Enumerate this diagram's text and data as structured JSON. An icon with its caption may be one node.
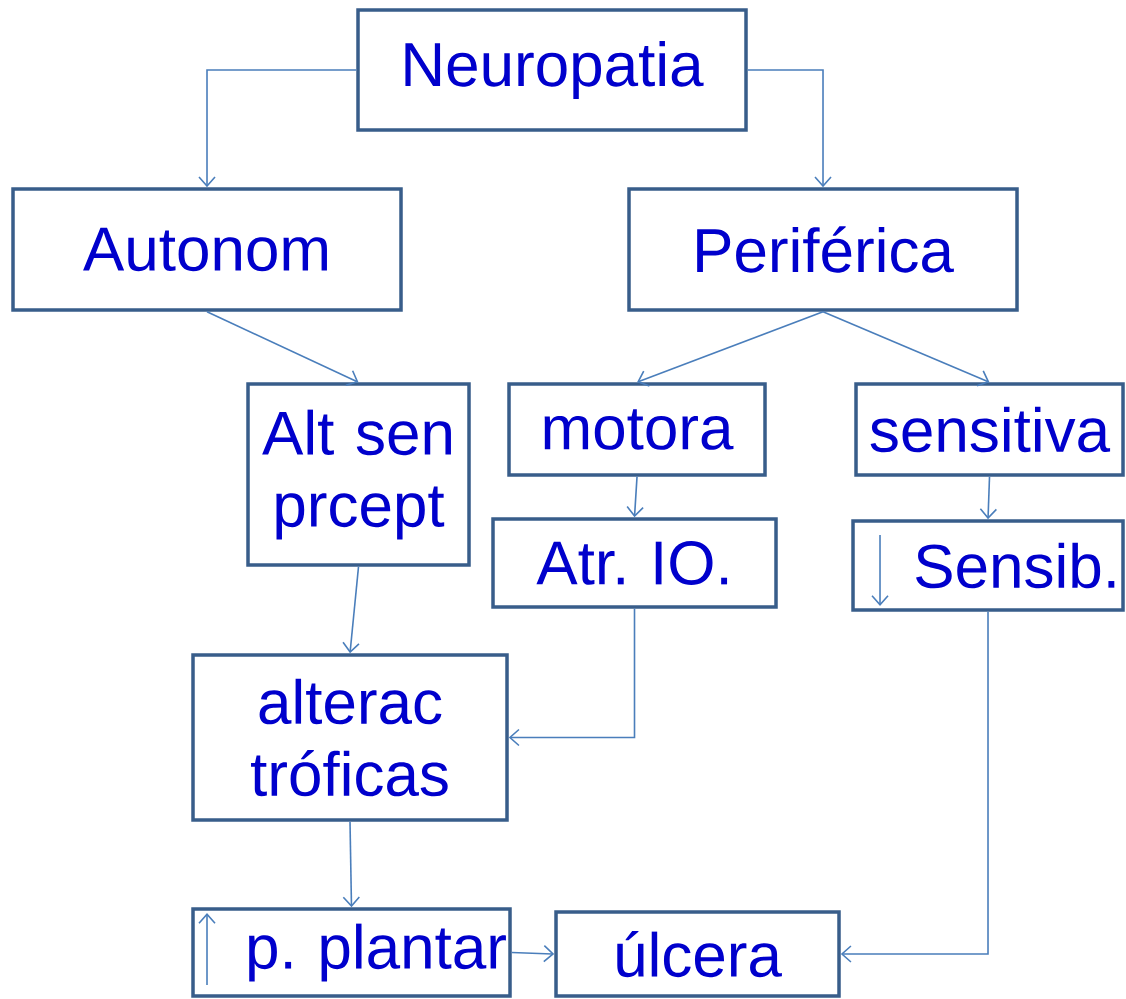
{
  "diagram": {
    "nodes": [
      {
        "text": [
          "Neuropatia"
        ]
      },
      {
        "text": [
          "Autonom"
        ]
      },
      {
        "text": [
          "Periférica"
        ]
      },
      {
        "text": [
          "Alt sen prcept"
        ]
      },
      {
        "text": [
          "motora"
        ]
      },
      {
        "text": [
          "sensitiva"
        ]
      },
      {
        "text": [
          "Atr. IO."
        ]
      },
      {
        "text": [
          "Sensib."
        ]
      },
      {
        "text": [
          "alterac tróficas"
        ]
      },
      {
        "text": [
          "p. plantar"
        ]
      },
      {
        "text": [
          "úlcera"
        ]
      }
    ],
    "edges": [
      {
        "from": 0,
        "to": 1,
        "arrow": "to"
      },
      {
        "from": 0,
        "to": 2,
        "arrow": "to"
      },
      {
        "from": 1,
        "to": 3,
        "arrow": "to"
      },
      {
        "from": 2,
        "to": 4,
        "arrow": "to"
      },
      {
        "from": 2,
        "to": 5,
        "arrow": "to"
      },
      {
        "from": 4,
        "to": 6,
        "arrow": "to"
      },
      {
        "from": 5,
        "to": 7,
        "arrow": "to"
      },
      {
        "from": 3,
        "to": 8,
        "arrow": "to"
      },
      {
        "from": 6,
        "to": 8,
        "arrow": "to"
      },
      {
        "from": 8,
        "to": 9,
        "arrow": "to"
      },
      {
        "from": 7,
        "to": 10,
        "arrow": "to"
      },
      {
        "from": 9,
        "to": 10,
        "arrow": "to"
      }
    ]
  }
}
